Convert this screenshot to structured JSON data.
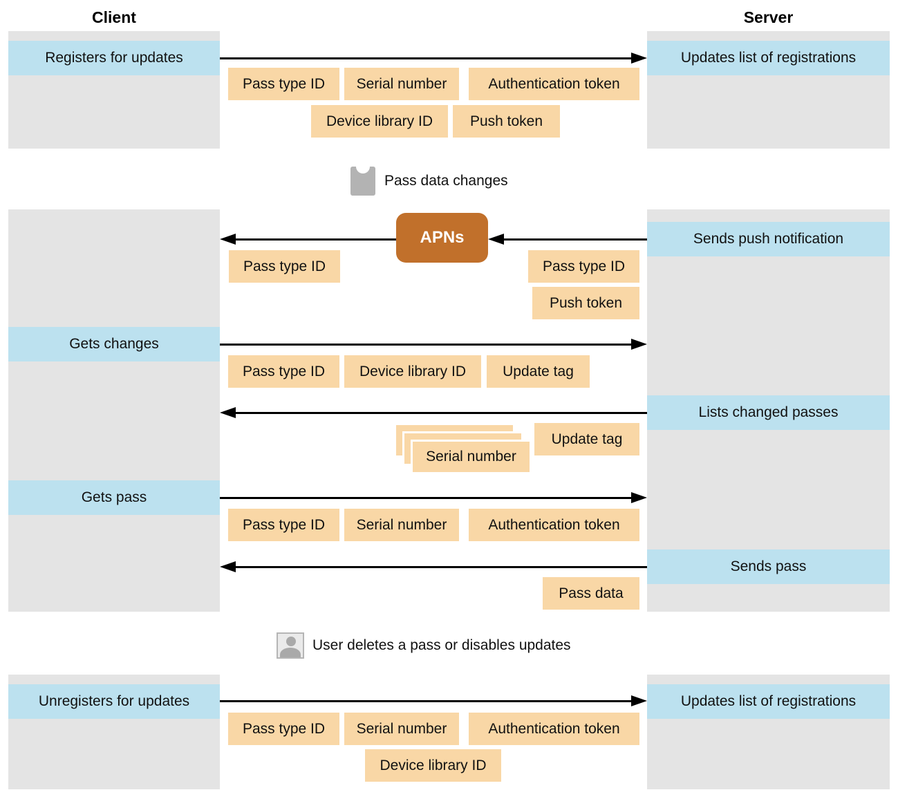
{
  "client": {
    "title": "Client",
    "row_registers": "Registers for updates",
    "row_gets_changes": "Gets changes",
    "row_gets_pass": "Gets pass",
    "row_unregisters": "Unregisters for updates"
  },
  "server": {
    "title": "Server",
    "row_updates_list": "Updates list of registrations",
    "row_sends_push": "Sends push notification",
    "row_lists_changed": "Lists changed passes",
    "row_sends_pass": "Sends pass",
    "row_updates_list_2": "Updates list of registrations"
  },
  "apns": {
    "label": "APNs"
  },
  "notes": {
    "pass_data_changes": "Pass data changes",
    "user_deletes": "User deletes a pass or disables updates"
  },
  "chips": {
    "pass_type_id": "Pass type ID",
    "serial_number": "Serial number",
    "authentication_token": "Authentication token",
    "device_library_id": "Device library ID",
    "push_token": "Push token",
    "update_tag": "Update tag",
    "pass_data": "Pass data"
  },
  "colors": {
    "column_bg": "#e4e4e4",
    "highlight_row_bg": "#bce1ef",
    "chip_bg": "#f9d7a6",
    "apns_bg": "#c1702b",
    "arrow": "#000000",
    "pass_icon": "#b3b3b3",
    "user_icon_silhouette": "#a9a9a9"
  }
}
